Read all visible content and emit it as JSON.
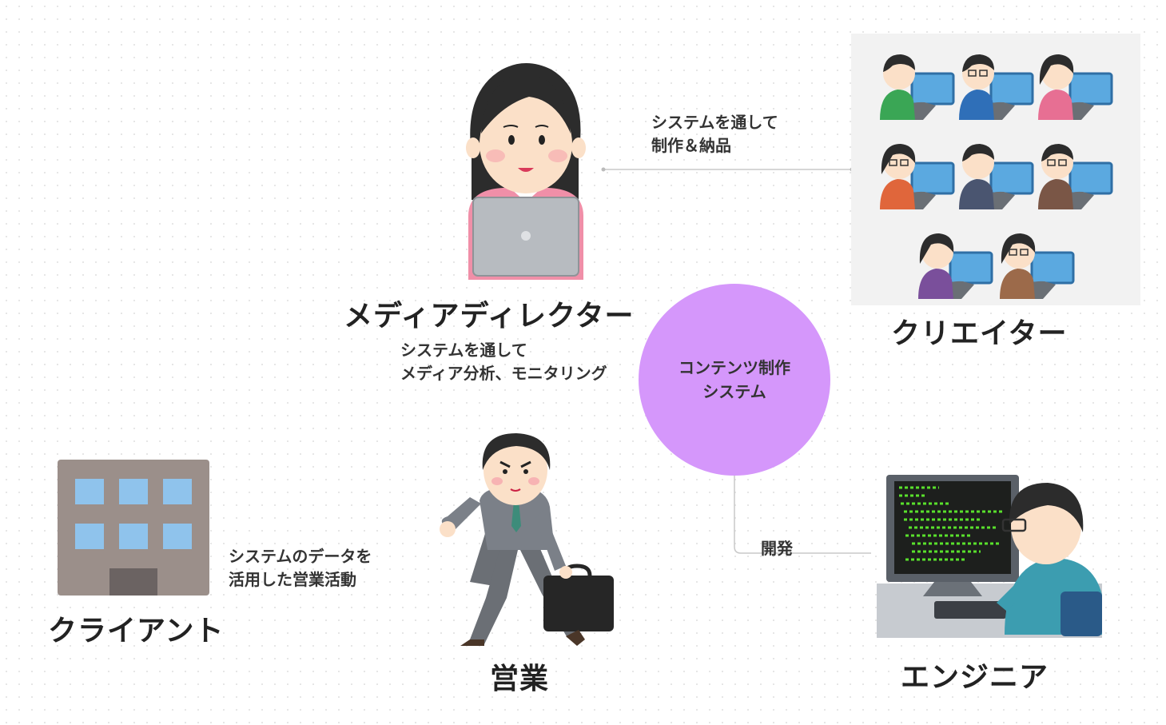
{
  "hub": {
    "line1": "コンテンツ制作",
    "line2": "システム"
  },
  "roles": {
    "media_director": "メディアディレクター",
    "creator": "クリエイター",
    "sales": "営業",
    "client": "クライアント",
    "engineer": "エンジニア"
  },
  "relations": {
    "creator_link": {
      "line1": "システムを通して",
      "line2": "制作＆納品"
    },
    "director_link": {
      "line1": "システムを通して",
      "line2": "メディア分析、モニタリング"
    },
    "sales_link": {
      "line1": "システムのデータを",
      "line2": "活用した営業活動"
    },
    "engineer_link": "開発"
  },
  "colors": {
    "hub": "#d597fb",
    "connector": "#c8c8c8"
  },
  "illustrations": [
    "woman-laptop",
    "creators-group",
    "businessman-briefcase",
    "office-building",
    "engineer-computer"
  ]
}
